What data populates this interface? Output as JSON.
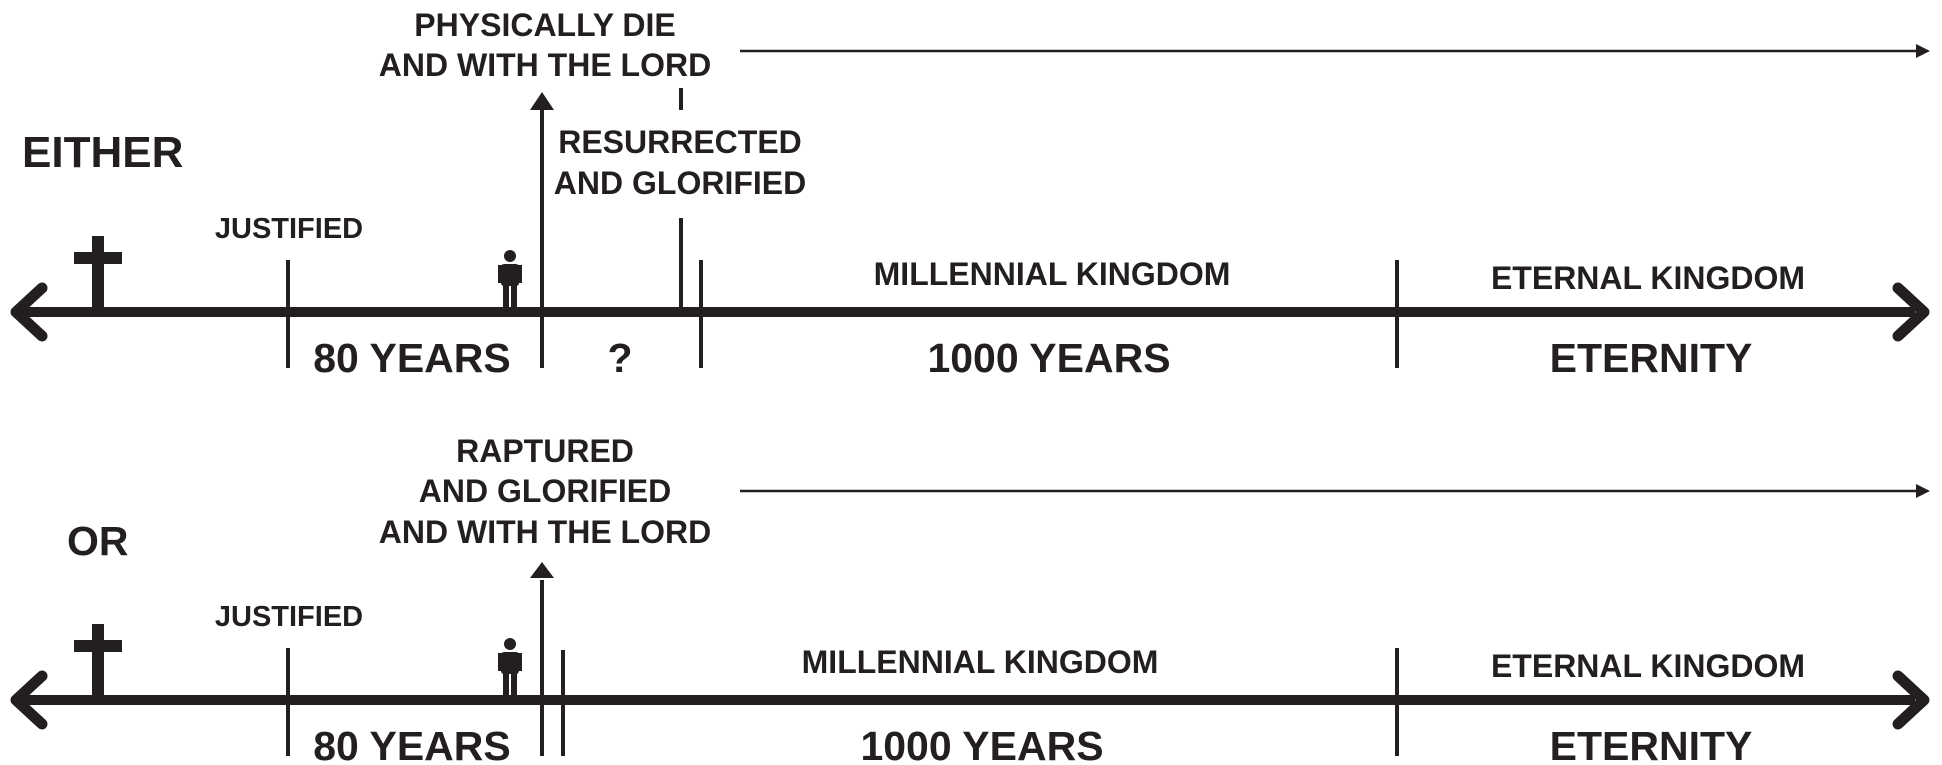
{
  "colors": {
    "ink": "#231f20",
    "background": "#ffffff"
  },
  "top": {
    "option_label": "EITHER",
    "justified_label": "JUSTIFIED",
    "event_lines": [
      "PHYSICALLY DIE",
      "AND WITH THE LORD"
    ],
    "resurrected_lines": [
      "RESURRECTED",
      "AND GLORIFIED"
    ],
    "millennial_label": "MILLENNIAL KINGDOM",
    "eternal_label": "ETERNAL KINGDOM",
    "span_80": "80 YEARS",
    "span_unknown": "?",
    "span_1000": "1000 YEARS",
    "span_eternity": "ETERNITY"
  },
  "bottom": {
    "option_label": "OR",
    "justified_label": "JUSTIFIED",
    "event_lines": [
      "RAPTURED",
      "AND GLORIFIED",
      "AND WITH THE LORD"
    ],
    "millennial_label": "MILLENNIAL KINGDOM",
    "eternal_label": "ETERNAL KINGDOM",
    "span_80": "80 YEARS",
    "span_1000": "1000 YEARS",
    "span_eternity": "ETERNITY"
  },
  "icons": [
    "cross-icon",
    "person-icon",
    "up-arrow-icon",
    "right-arrow-icon"
  ]
}
